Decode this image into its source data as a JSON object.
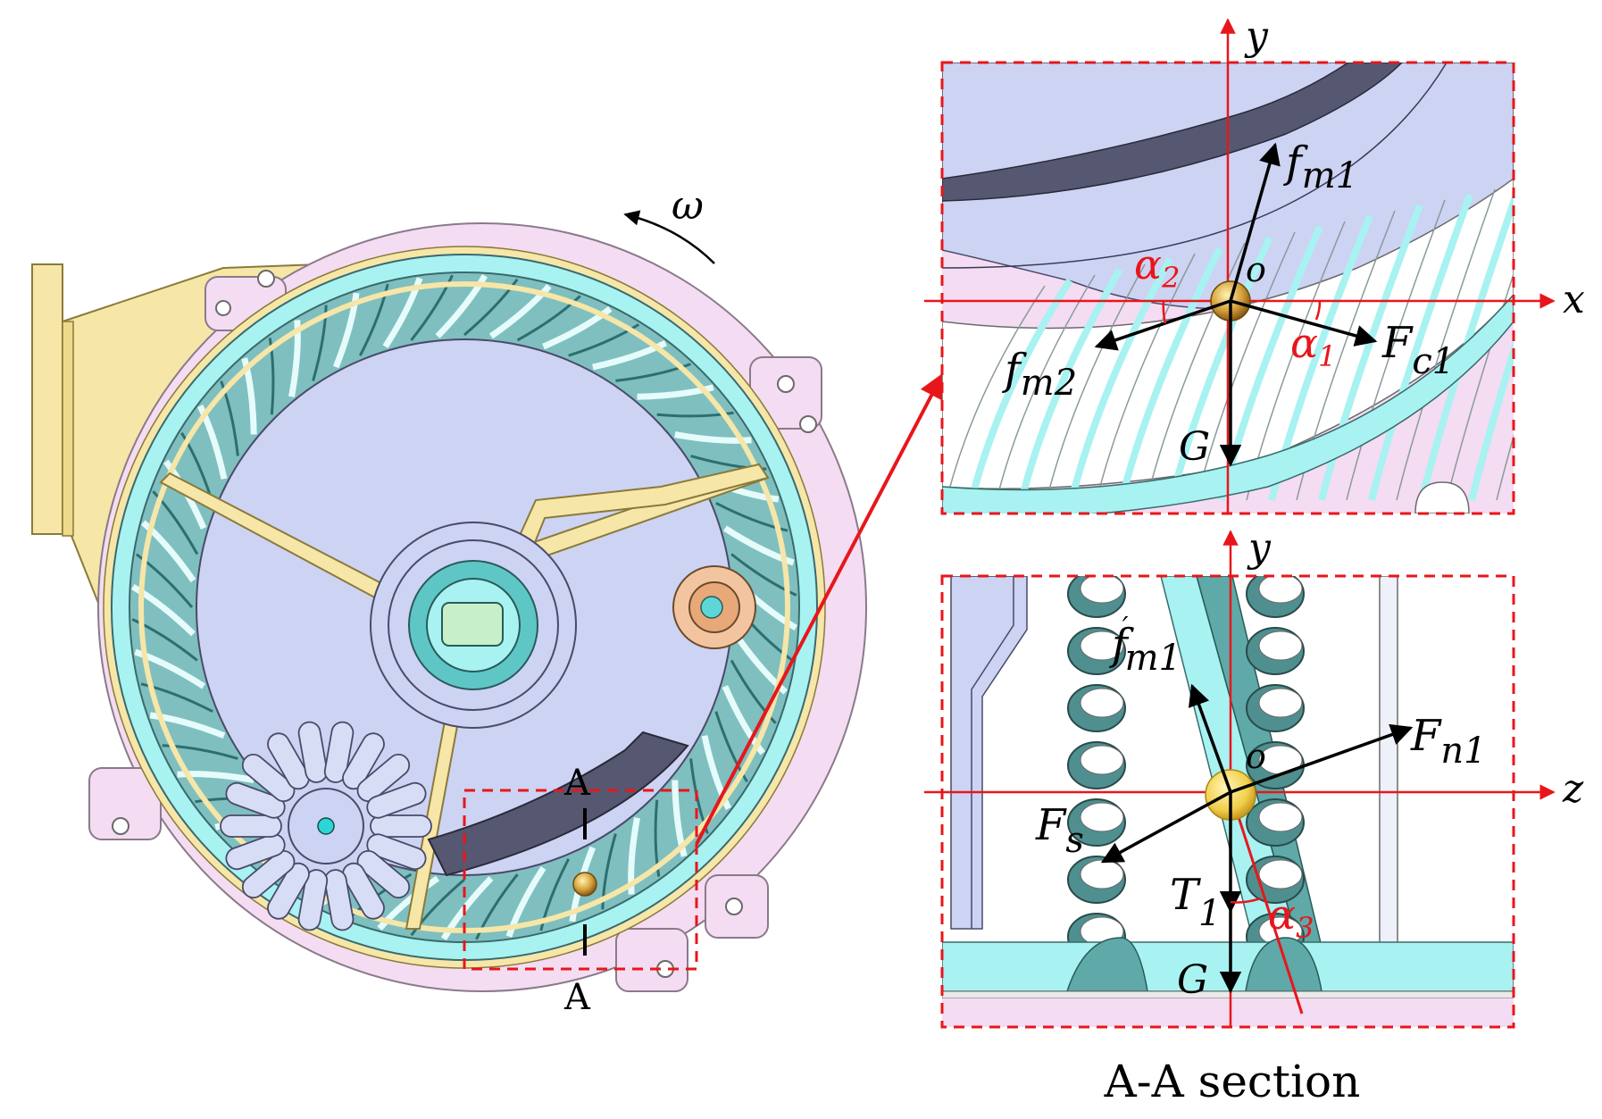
{
  "colors": {
    "red": "#e8161b",
    "cyan": "#a8f2f2",
    "teal": "#5fa9a9",
    "lavender": "#cdd3f2",
    "pink": "#f4dcf2",
    "yellow": "#f6e6a8",
    "dark_band": "#555870",
    "orange": "#f2c5a0"
  },
  "main_view": {
    "rotation_label": "ω",
    "section_mark_top": "A",
    "section_mark_bottom": "A"
  },
  "top_section": {
    "axis_y": "y",
    "axis_x": "x",
    "origin": "o",
    "forces": {
      "fm1": {
        "main": "f",
        "sub": "m1"
      },
      "fm2": {
        "main": "f",
        "sub": "m2"
      },
      "fc1": {
        "main": "F",
        "sub": "c1"
      },
      "g": {
        "main": "G"
      }
    },
    "angles": {
      "a1": {
        "main": "α",
        "sub": "1"
      },
      "a2": {
        "main": "α",
        "sub": "2"
      }
    }
  },
  "bottom_section": {
    "axis_y": "y",
    "axis_z": "z",
    "origin": "o",
    "forces": {
      "fm1p": {
        "main": "f",
        "sub": "m1",
        "prime": "′"
      },
      "fn1": {
        "main": "F",
        "sub": "n1"
      },
      "fs": {
        "main": "F",
        "sub": "s"
      },
      "t1": {
        "main": "T",
        "sub": "1"
      },
      "g": {
        "main": "G"
      }
    },
    "angles": {
      "a3": {
        "main": "α",
        "sub": "3"
      }
    }
  },
  "caption": "A-A section"
}
